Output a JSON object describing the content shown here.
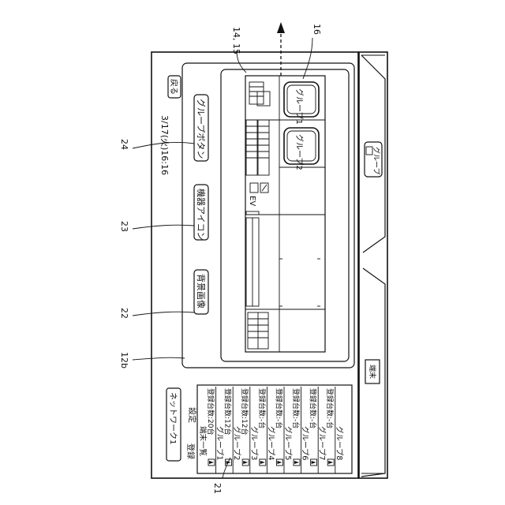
{
  "refs": {
    "r14": "14, 15",
    "r16": "16",
    "r24": "24",
    "r23": "23",
    "r22": "22",
    "r12b": "12b",
    "r21": "21"
  },
  "header": {
    "datetime": "3/17(火)16:16",
    "back": "戻る"
  },
  "buttons": {
    "group": "グループボタン",
    "device_icon": "機器アイコン",
    "background": "背景画像"
  },
  "canvas": {
    "group1": "グループ1",
    "group2": "グループ2",
    "ev": "EV"
  },
  "tabs": {
    "group": "グループ",
    "terminal": "端末"
  },
  "panel": {
    "title": "ネットワーク1",
    "setting": "設定",
    "registered": "登録",
    "items": [
      {
        "name": "端末一覧",
        "count": "登録台数:20台"
      },
      {
        "name": "グループ1",
        "count": "登録台数:12台"
      },
      {
        "name": "グループ2",
        "count": "登録台数:12台"
      },
      {
        "name": "グループ3",
        "count": "登録台数:-台"
      },
      {
        "name": "グループ4",
        "count": "登録台数:-台"
      },
      {
        "name": "グループ5",
        "count": "登録台数:-台"
      },
      {
        "name": "グループ6",
        "count": "登録台数:-台"
      },
      {
        "name": "グループ7",
        "count": "登録台数:-台"
      },
      {
        "name": "グループ8",
        "count": ""
      }
    ]
  }
}
